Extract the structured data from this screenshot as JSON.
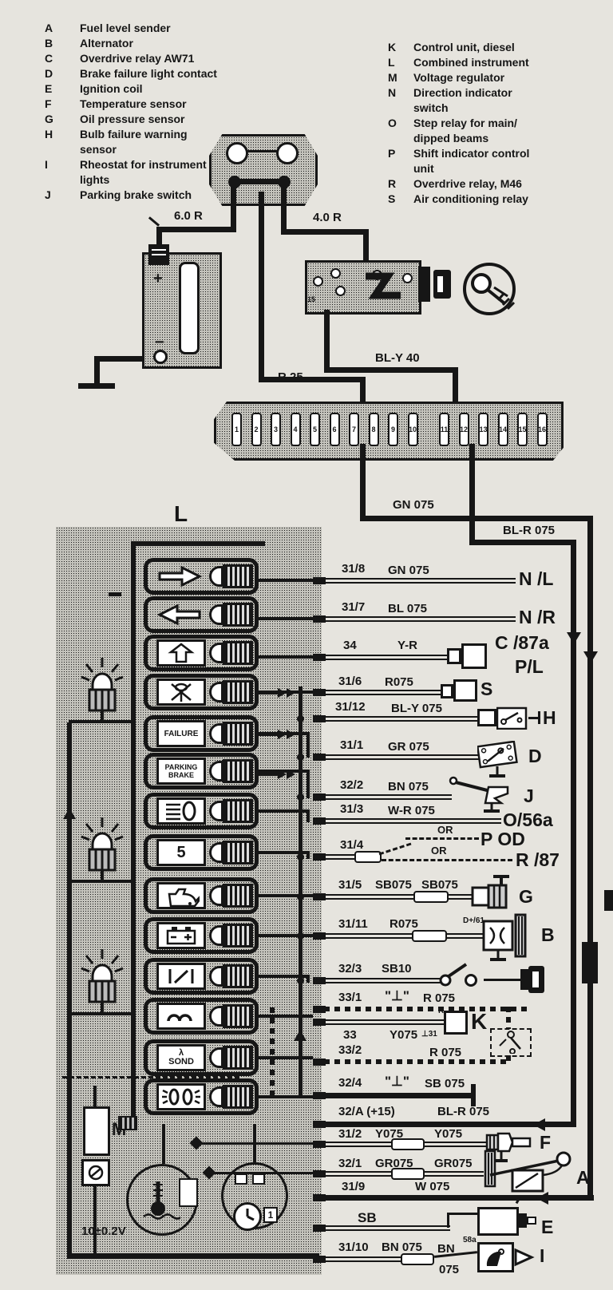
{
  "title_letters": {
    "cluster": "L",
    "regulator": "M",
    "control_big": "K"
  },
  "legendL": [
    {
      "k": "A",
      "t": "Fuel level sender",
      "t2": ""
    },
    {
      "k": "B",
      "t": "Alternator",
      "t2": ""
    },
    {
      "k": "C",
      "t": "Overdrive relay AW71",
      "t2": ""
    },
    {
      "k": "D",
      "t": "Brake failure light contact",
      "t2": ""
    },
    {
      "k": "E",
      "t": "Ignition coil",
      "t2": ""
    },
    {
      "k": "F",
      "t": "Temperature sensor",
      "t2": ""
    },
    {
      "k": "G",
      "t": "Oil pressure sensor",
      "t2": ""
    },
    {
      "k": "H",
      "t": "Bulb failure warning",
      "t2": "sensor"
    },
    {
      "k": "I",
      "t": "Rheostat for instrument",
      "t2": "lights"
    },
    {
      "k": "J",
      "t": "Parking brake switch",
      "t2": ""
    }
  ],
  "legendR": [
    {
      "k": "K",
      "t": "Control unit, diesel",
      "t2": ""
    },
    {
      "k": "L",
      "t": "Combined instrument",
      "t2": ""
    },
    {
      "k": "M",
      "t": "Voltage regulator",
      "t2": ""
    },
    {
      "k": "N",
      "t": "Direction indicator",
      "t2": "switch"
    },
    {
      "k": "O",
      "t": "Step relay for main/",
      "t2": "dipped beams"
    },
    {
      "k": "P",
      "t": "Shift indicator control",
      "t2": "unit"
    },
    {
      "k": "R",
      "t": "Overdrive relay, M46",
      "t2": ""
    },
    {
      "k": "S",
      "t": "Air conditioning relay",
      "t2": ""
    }
  ],
  "top_wires": {
    "battery_feed": "6.0 R",
    "ignition_feed": "4.0 R",
    "ignition_out": "BL-Y 40",
    "fuse_feed": "R 25",
    "gn_out": "GN 075",
    "blr_out": "BL-R 075",
    "ignition_terminal": "15"
  },
  "fuses": [
    "1",
    "2",
    "3",
    "4",
    "5",
    "6",
    "7",
    "8",
    "9",
    "10",
    "11",
    "12",
    "13",
    "14",
    "15",
    "16"
  ],
  "panel": {
    "failure": "FAILURE",
    "parking1": "PARKING",
    "parking2": "BRAKE",
    "overdrive": "5",
    "sond1": "λ",
    "sond2": "SOND",
    "voltage": "10±0.2V",
    "k_small": "K",
    "k_ground": "⊥31",
    "gauge_one": "1"
  },
  "rows": [
    {
      "code": "31/8",
      "wire": "GN 075",
      "term": "N /L"
    },
    {
      "code": "31/7",
      "wire": "BL 075",
      "term": "N /R"
    },
    {
      "code": "34",
      "wire": "Y-R",
      "term": "C /87a",
      "term2": "P/L"
    },
    {
      "code": "31/6",
      "wire": "R075",
      "term": "S"
    },
    {
      "code": "31/12",
      "wire": "BL-Y 075",
      "term": "H"
    },
    {
      "code": "31/1",
      "wire": "GR 075",
      "term": "D"
    },
    {
      "code": "32/2",
      "wire": "BN 075",
      "term": "J"
    },
    {
      "code": "31/3",
      "wire": "W-R 075",
      "term": "O/56a"
    },
    {
      "code": "31/4",
      "wire": "OR",
      "wire2": "OR",
      "term": "P OD",
      "term2": "R /87"
    },
    {
      "code": "31/5",
      "wire": "SB075",
      "wire2": "SB075",
      "term": "G"
    },
    {
      "code": "31/11",
      "wire": "R075",
      "sub": "D+/61",
      "term": "B"
    },
    {
      "code": "32/3",
      "wire": "SB10"
    },
    {
      "code": "33/1",
      "gnd": "\"⊥\"",
      "wire": "R 075"
    },
    {
      "code": "33",
      "wire": "Y075",
      "term": "K"
    },
    {
      "code": "33/2",
      "wire": "R 075"
    },
    {
      "code": "32/4",
      "gnd": "\"⊥\"",
      "wire": "SB 075"
    },
    {
      "code": "32/A (+15)",
      "wire": "BL-R 075"
    },
    {
      "code": "31/2",
      "wire": "Y075",
      "wire2": "Y075",
      "term": "F"
    },
    {
      "code": "32/1",
      "wire": "GR075",
      "wire2": "GR075",
      "term": "A"
    },
    {
      "code": "31/9",
      "wire": "W 075"
    },
    {
      "code": "SB",
      "term": "E"
    },
    {
      "code": "31/10",
      "wire": "BN 075",
      "wire2": "BN",
      "wire3": "075",
      "sub": "58a",
      "term": "I"
    }
  ]
}
